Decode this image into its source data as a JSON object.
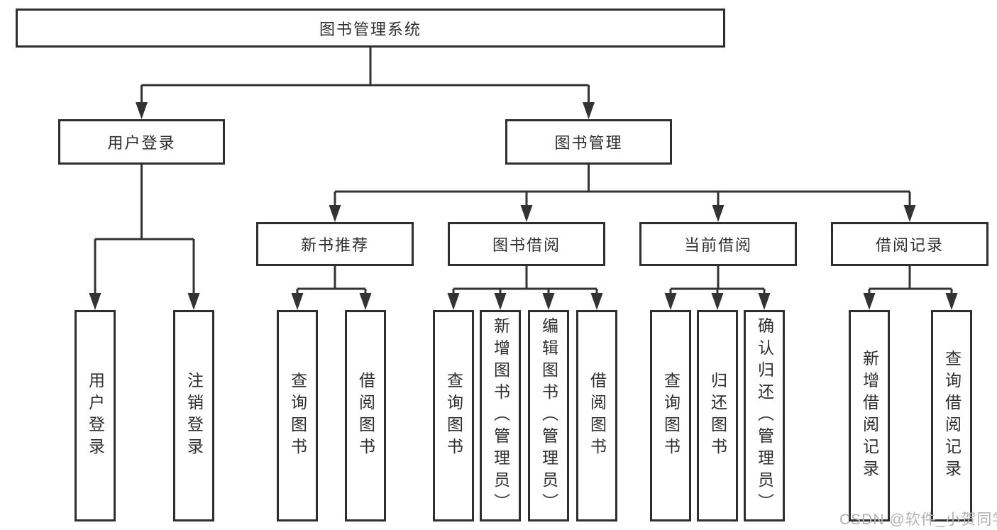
{
  "diagram": {
    "title": "图书管理系统",
    "branches": {
      "user": {
        "label": "用户登录",
        "children": [
          "用户登录",
          "注销登录"
        ]
      },
      "book": {
        "label": "图书管理",
        "modules": [
          {
            "label": "新书推荐",
            "children": [
              "查询图书",
              "借阅图书"
            ]
          },
          {
            "label": "图书借阅",
            "children": [
              "查询图书",
              "新增图书（管理员）",
              "编辑图书（管理员）",
              "借阅图书"
            ]
          },
          {
            "label": "当前借阅",
            "children": [
              "查询图书",
              "归还图书",
              "确认归还（管理员）"
            ]
          },
          {
            "label": "借阅记录",
            "children": [
              "新增借阅记录",
              "查询借阅记录"
            ]
          }
        ]
      }
    },
    "colors": {
      "line": "#333333",
      "box_border": "#2e2e2e",
      "box_fill": "#ffffff",
      "text": "#2d2d2d",
      "watermark": "#b2b2b2"
    },
    "watermark": "CSDN @软件_小贺同学"
  }
}
